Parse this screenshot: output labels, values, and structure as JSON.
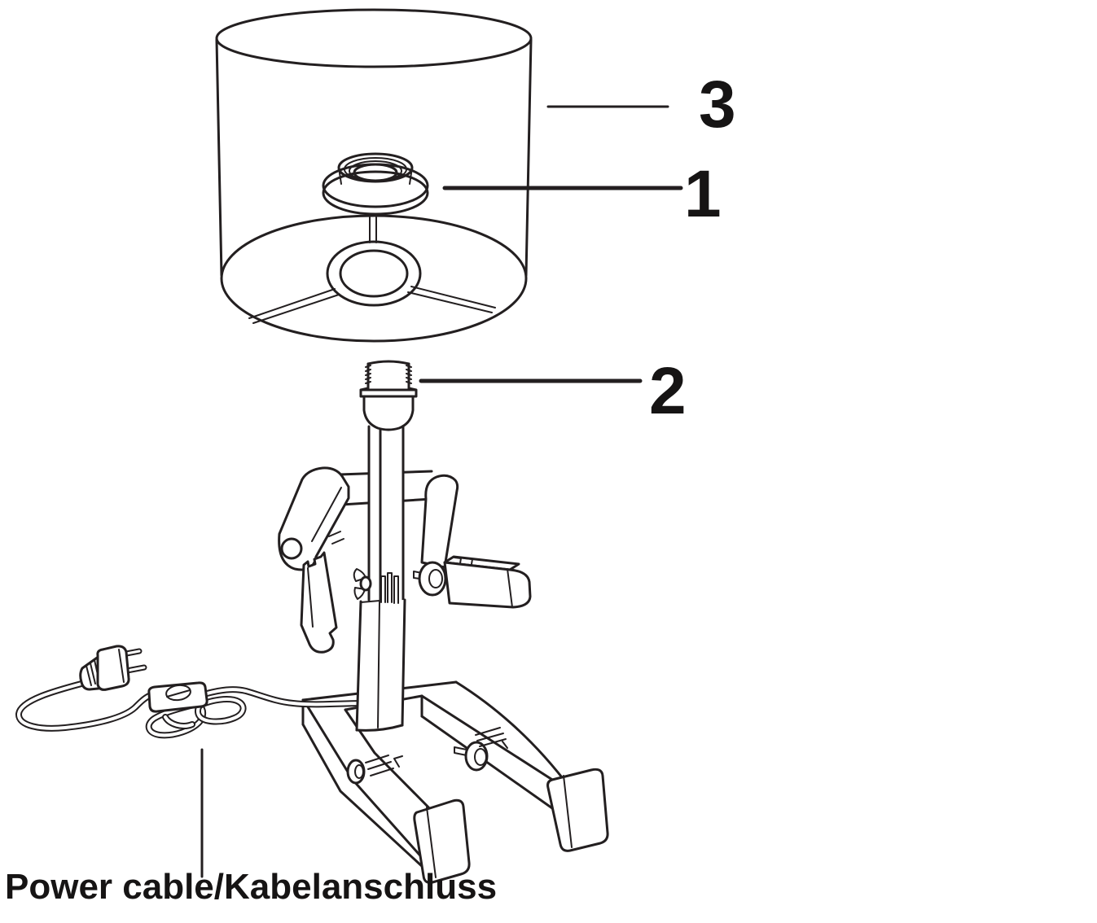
{
  "diagram": {
    "type": "exploded-assembly-instruction",
    "background": "#ffffff",
    "ink_color": "#231f20",
    "labels": {
      "part1": "1",
      "part2": "2",
      "part3": "3"
    },
    "caption": "Power cable/Kabelanschluss",
    "parts": {
      "part1_name": "socket-ring-nut",
      "part2_name": "lamp-holder-socket",
      "part3_name": "lampshade",
      "captioned_item": "power-cable-with-plug-and-switch"
    }
  }
}
